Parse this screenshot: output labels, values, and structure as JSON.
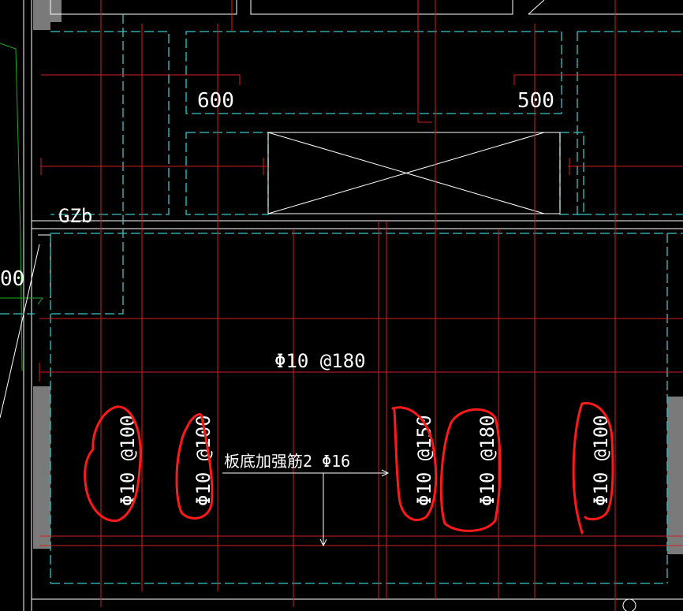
{
  "colors": {
    "background": "#000000",
    "rebar_line": "#d42020",
    "dashed_outline": "#35c8c8",
    "text": "#ffffff",
    "markup": "#ff1a1a",
    "column": "#7a7a7a",
    "green_line": "#1faa1f"
  },
  "labels": {
    "dim_600": "600",
    "dim_500": "500",
    "dim_left": "00",
    "column_tag": "GZb",
    "horizontal_rebar": "Φ10 @180",
    "note": "板底加强筋2 Φ16"
  },
  "vertical_rebar": [
    {
      "id": "v1",
      "text": "Φ10 @100"
    },
    {
      "id": "v2",
      "text": "Φ10 @100"
    },
    {
      "id": "v3",
      "text": "Φ10 @150"
    },
    {
      "id": "v4",
      "text": "Φ10 @180"
    },
    {
      "id": "v5",
      "text": "Φ10 @100"
    }
  ]
}
